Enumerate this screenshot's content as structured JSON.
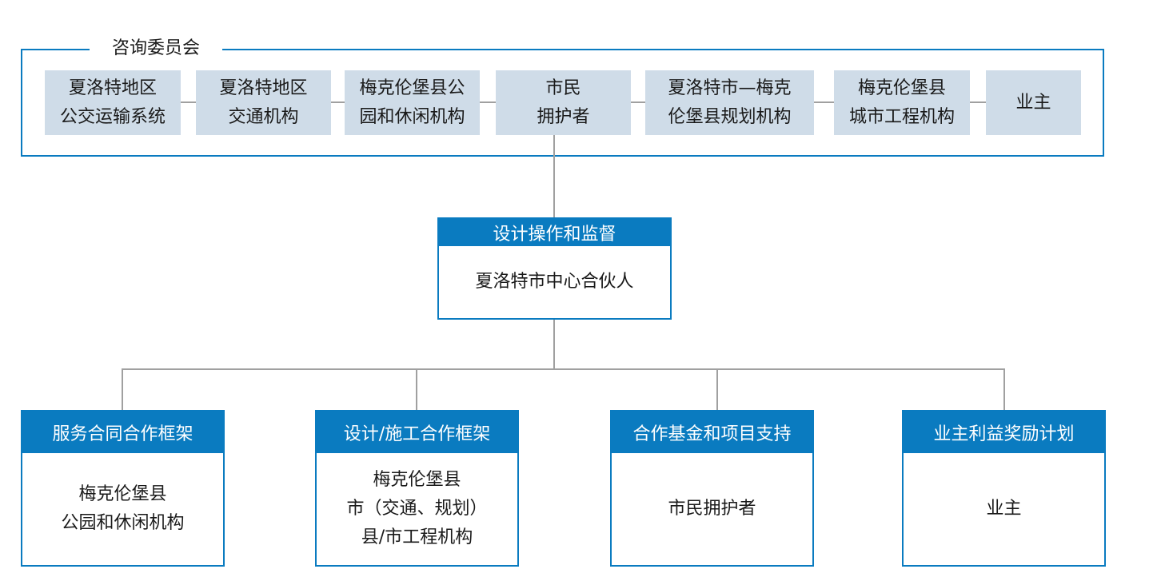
{
  "advisory_committee": {
    "title": "咨询委员会",
    "members": [
      "夏洛特地区\n公交运输系统",
      "夏洛特地区\n交通机构",
      "梅克伦堡县公\n园和休闲机构",
      "市民\n拥护者",
      "夏洛特市—梅克\n伦堡县规划机构",
      "梅克伦堡县\n城市工程机构",
      "业主"
    ]
  },
  "center": {
    "header": "设计操作和监督",
    "body": "夏洛特市中心合伙人"
  },
  "frameworks": [
    {
      "header": "服务合同合作框架",
      "body": "梅克伦堡县\n公园和休闲机构"
    },
    {
      "header": "设计/施工合作框架",
      "body": "梅克伦堡县\n市（交通、规划）\n县/市工程机构"
    },
    {
      "header": "合作基金和项目支持",
      "body": "市民拥护者"
    },
    {
      "header": "业主利益奖励计划",
      "body": "业主"
    }
  ],
  "colors": {
    "accent": "#0a7bc0",
    "member_fill": "#cfdce8",
    "connector": "#a0a0a0"
  }
}
